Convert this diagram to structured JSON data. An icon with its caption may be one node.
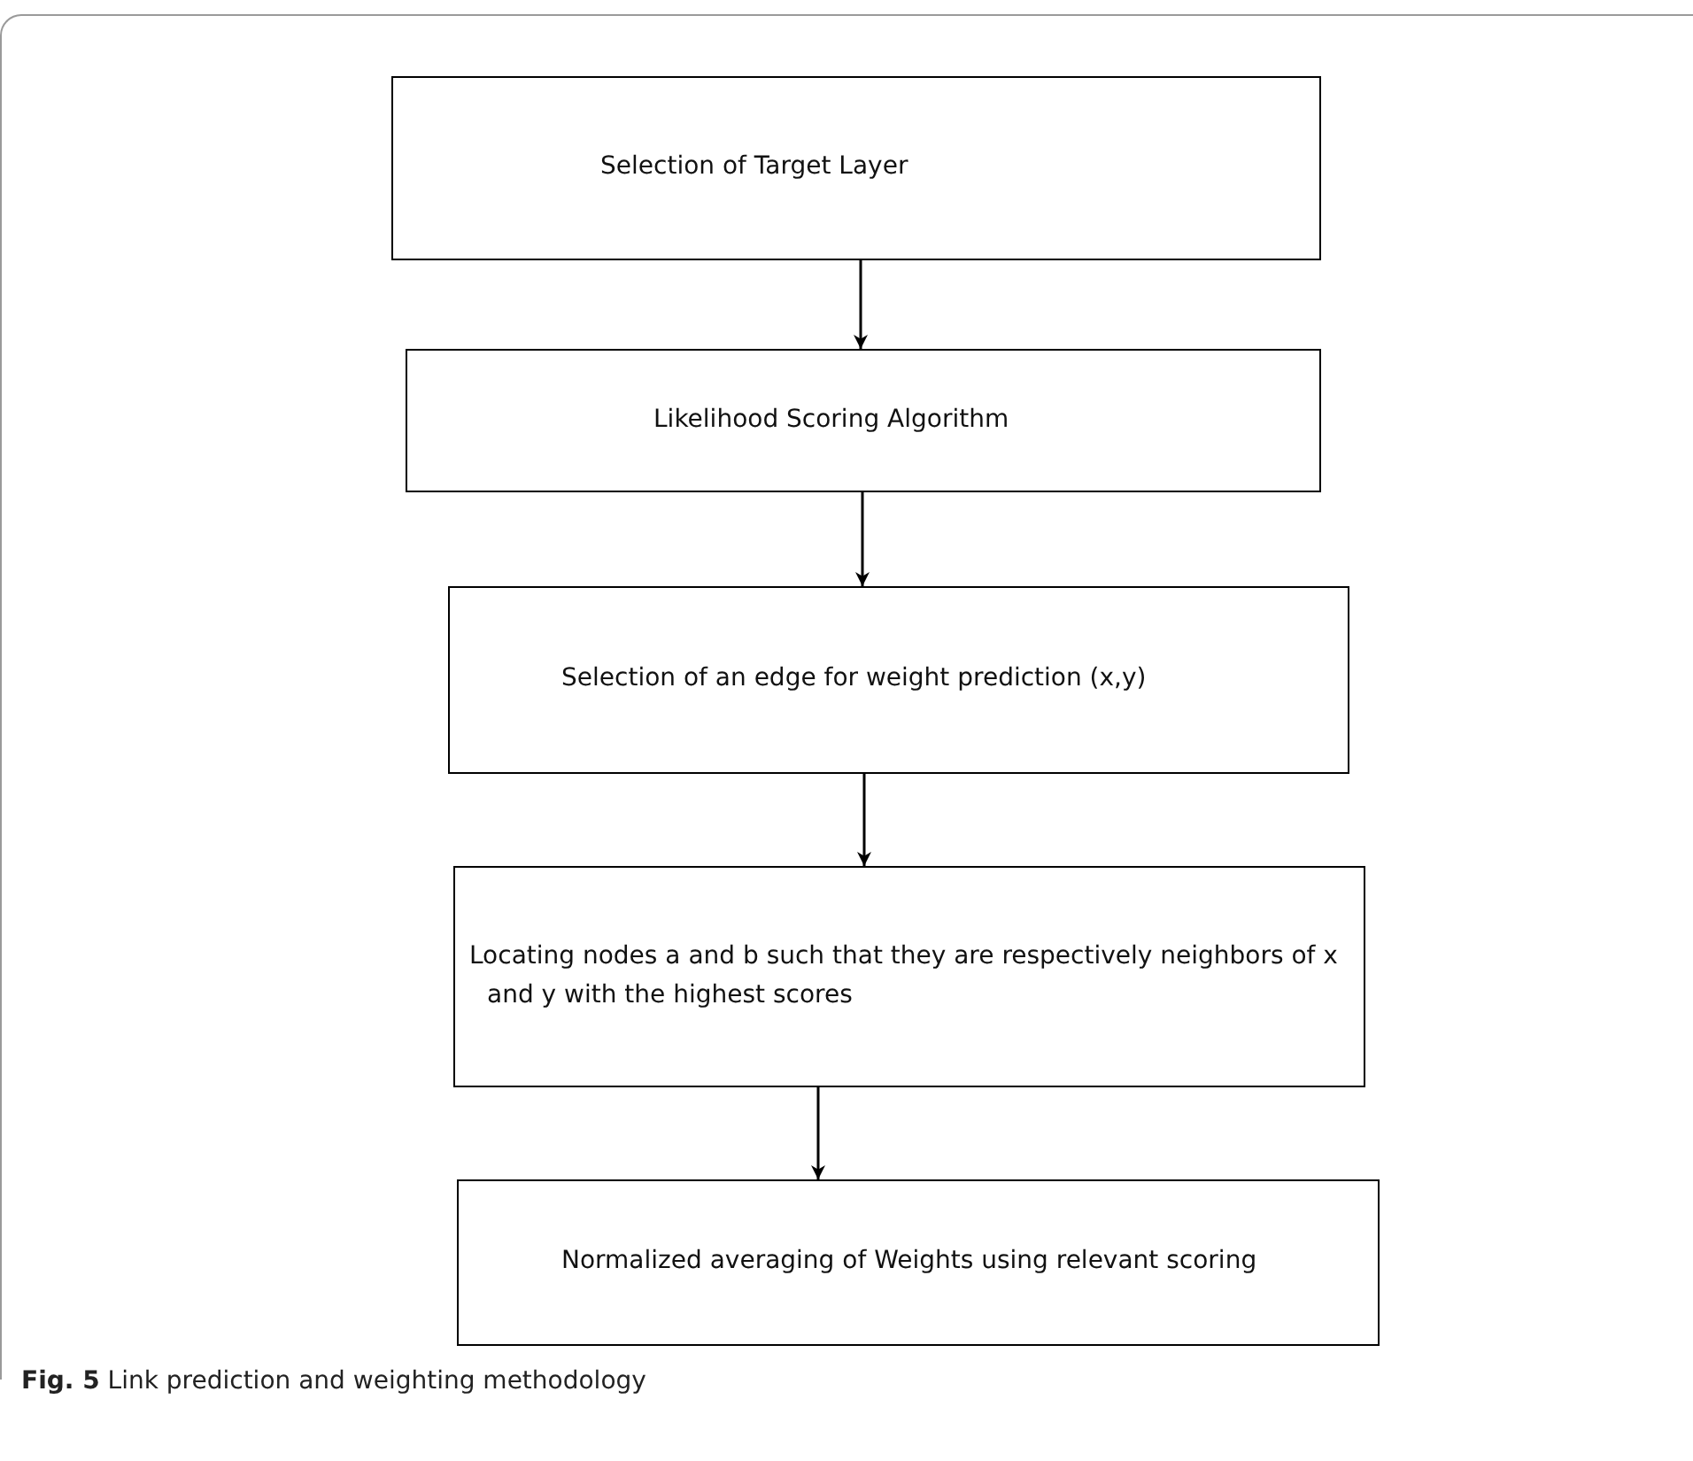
{
  "diagram": {
    "caption": "**Fig. 5** Link prediction and weighting methodology",
    "nodes": [
      {
        "text": [
          "Selection of Target Layer"
        ]
      },
      {
        "text": [
          "Likelihood Scoring Algorithm"
        ]
      },
      {
        "text": [
          "Selection of an edge for weight prediction (x,y)"
        ]
      },
      {
        "text": [
          "Locating nodes a and b such that they are respectively neighbors of x and y with the highest scores"
        ]
      },
      {
        "text": [
          "Normalized averaging of Weights using relevant scoring"
        ]
      }
    ],
    "edges": [
      {
        "from": 0,
        "to": 1,
        "arrow": "to"
      },
      {
        "from": 1,
        "to": 2,
        "arrow": "to"
      },
      {
        "from": 2,
        "to": 3,
        "arrow": "to"
      },
      {
        "from": 3,
        "to": 4,
        "arrow": "to"
      }
    ]
  }
}
